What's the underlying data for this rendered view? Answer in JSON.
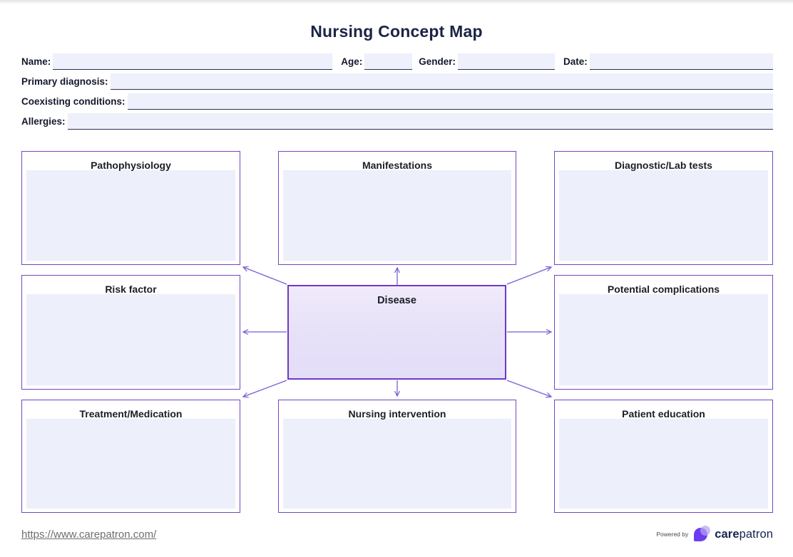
{
  "title": "Nursing Concept Map",
  "form": {
    "labels": {
      "name": "Name:",
      "age": "Age:",
      "gender": "Gender:",
      "date": "Date:",
      "primary_diagnosis": "Primary diagnosis:",
      "coexisting_conditions": "Coexisting conditions:",
      "allergies": "Allergies:"
    },
    "values": {
      "name": "",
      "age": "",
      "gender": "",
      "date": "",
      "primary_diagnosis": "",
      "coexisting_conditions": "",
      "allergies": ""
    }
  },
  "map": {
    "center": {
      "label": "Disease"
    },
    "boxes": [
      {
        "label": "Pathophysiology"
      },
      {
        "label": "Manifestations"
      },
      {
        "label": "Diagnostic/Lab tests"
      },
      {
        "label": "Risk factor"
      },
      {
        "label": "Potential complications"
      },
      {
        "label": "Treatment/Medication"
      },
      {
        "label": "Nursing intervention"
      },
      {
        "label": "Patient education"
      }
    ]
  },
  "footer": {
    "link": "https://www.carepatron.com/",
    "powered_by": "Powered by",
    "brand_bold": "care",
    "brand_regular": "patron"
  },
  "colors": {
    "title_navy": "#1b2447",
    "box_border_purple": "#7246c2",
    "center_border_purple": "#6d3ac4",
    "arrow_purple": "#7b5cd4",
    "field_fill": "#eef0fb",
    "panel_fill": "#edeffb",
    "center_fill": "#e6e0f8",
    "brand_purple": "#6c3def",
    "brand_navy": "#16224e"
  }
}
